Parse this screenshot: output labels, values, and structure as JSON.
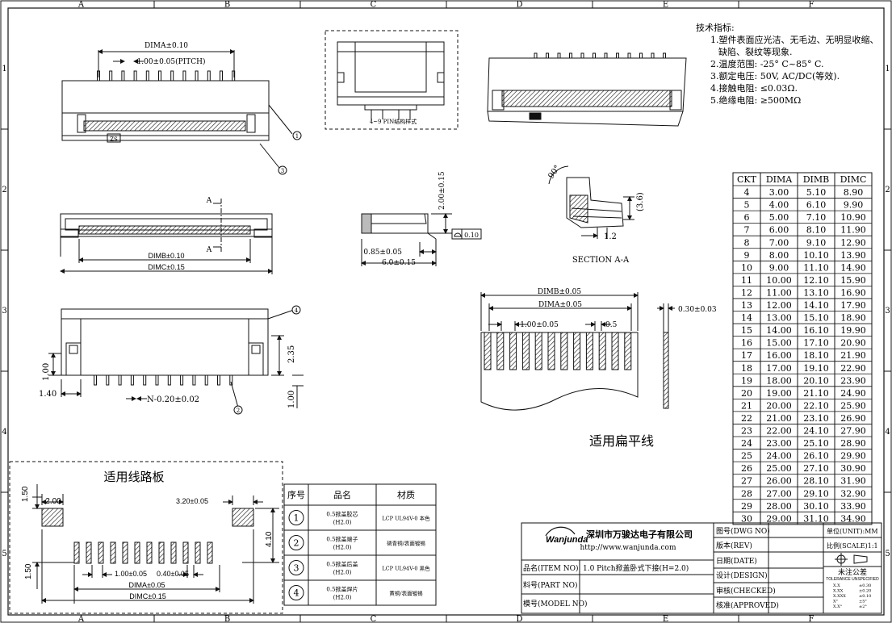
{
  "frame": {
    "columns": [
      "A",
      "B",
      "C",
      "D",
      "E",
      "F"
    ],
    "rows": [
      "1",
      "2",
      "3",
      "4",
      "5"
    ]
  },
  "tech_specs": {
    "title": "技术指标:",
    "items": [
      "1.塑件表面应光洁、无毛边、无明显收缩、",
      "缺陷、裂纹等现象.",
      "2.温度范围: -25° C~85° C.",
      "3.额定电压: 50V, AC/DC(等效).",
      "4.接触电阻: ≤0.03Ω.",
      "5.绝缘电阻: ≥500MΩ"
    ]
  },
  "top_view": {
    "dim_a": "DIMA±0.10",
    "pitch": "1.00±0.05(PITCH)",
    "callout_1": "1",
    "callout_3": "3",
    "mark": "ZS"
  },
  "pin_structure": {
    "caption": "4~9 PIN结构样式"
  },
  "front_view": {
    "section_mark": "A",
    "dim_b": "DIMB±0.10",
    "dim_c": "DIMC±0.15"
  },
  "side_view": {
    "height": "2.00±0.15",
    "flatness_value": "0.10",
    "offset": "0.85±0.05",
    "depth": "6.0±0.15"
  },
  "section": {
    "angle": "90°",
    "height": "(3.6)",
    "width": "1.2",
    "label": "SECTION A-A"
  },
  "bottom_view": {
    "callout_4": "4",
    "callout_2": "2",
    "dim_235": "2.35",
    "dim_100_left": "1.00",
    "dim_140": "1.40",
    "dim_100_bottom": "1.00",
    "pin_width": "N-0.20±0.02"
  },
  "fpc": {
    "dim_b": "DIMB±0.05",
    "dim_a": "DIMA±0.05",
    "pitch": "1.00±0.05",
    "half": "0.5",
    "thickness": "0.30±0.03",
    "title": "适用扁平线"
  },
  "pcb": {
    "title": "适用线路板",
    "d150_top": "1.50",
    "d200": "2.00",
    "d320": "3.20±0.05",
    "d410": "4.10",
    "d150_bottom": "1.50",
    "d100": "1.00±0.05",
    "d040": "0.40±0.05",
    "dim_a": "DIMA±0.05",
    "dim_c": "DIMC±0.15"
  },
  "dim_table": {
    "headers": [
      "CKT",
      "DIMA",
      "DIMB",
      "DIMC"
    ],
    "rows": [
      [
        "4",
        "3.00",
        "5.10",
        "8.90"
      ],
      [
        "5",
        "4.00",
        "6.10",
        "9.90"
      ],
      [
        "6",
        "5.00",
        "7.10",
        "10.90"
      ],
      [
        "7",
        "6.00",
        "8.10",
        "11.90"
      ],
      [
        "8",
        "7.00",
        "9.10",
        "12.90"
      ],
      [
        "9",
        "8.00",
        "10.10",
        "13.90"
      ],
      [
        "10",
        "9.00",
        "11.10",
        "14.90"
      ],
      [
        "11",
        "10.00",
        "12.10",
        "15.90"
      ],
      [
        "12",
        "11.00",
        "13.10",
        "16.90"
      ],
      [
        "13",
        "12.00",
        "14.10",
        "17.90"
      ],
      [
        "14",
        "13.00",
        "15.10",
        "18.90"
      ],
      [
        "15",
        "14.00",
        "16.10",
        "19.90"
      ],
      [
        "16",
        "15.00",
        "17.10",
        "20.90"
      ],
      [
        "17",
        "16.00",
        "18.10",
        "21.90"
      ],
      [
        "18",
        "17.00",
        "19.10",
        "22.90"
      ],
      [
        "19",
        "18.00",
        "20.10",
        "23.90"
      ],
      [
        "20",
        "19.00",
        "21.10",
        "24.90"
      ],
      [
        "21",
        "20.00",
        "22.10",
        "25.90"
      ],
      [
        "22",
        "21.00",
        "23.10",
        "26.90"
      ],
      [
        "23",
        "22.00",
        "24.10",
        "27.90"
      ],
      [
        "24",
        "23.00",
        "25.10",
        "28.90"
      ],
      [
        "25",
        "24.00",
        "26.10",
        "29.90"
      ],
      [
        "26",
        "25.00",
        "27.10",
        "30.90"
      ],
      [
        "27",
        "26.00",
        "28.10",
        "31.90"
      ],
      [
        "28",
        "27.00",
        "29.10",
        "32.90"
      ],
      [
        "29",
        "28.00",
        "30.10",
        "33.90"
      ],
      [
        "30",
        "29.00",
        "31.10",
        "34.90"
      ]
    ]
  },
  "bom": {
    "headers": [
      "序号",
      "品名",
      "材质"
    ],
    "rows": [
      {
        "no": "1",
        "name": "0.5掀盖胶芯",
        "sub": "(H2.0)",
        "material": "LCP UL94V-0 本色"
      },
      {
        "no": "2",
        "name": "0.5掀盖端子",
        "sub": "(H2.0)",
        "material": "磷青铜/表面镀锡"
      },
      {
        "no": "3",
        "name": "0.5掀盖后盖",
        "sub": "(H2.0)",
        "material": "LCP UL94V-0 黑色"
      },
      {
        "no": "4",
        "name": "0.5掀盖焊片",
        "sub": "(H2.0)",
        "material": "黄铜/表面镀锡"
      }
    ]
  },
  "title_block": {
    "logo_text": "Wanjunda",
    "company": "深圳市万骏达电子有限公司",
    "url": "http://www.wanjunda.com",
    "dwg_no": "图号(DWG NO)",
    "rev": "版本(REV)",
    "date": "日期(DATE)",
    "design": "设计(DESIGN)",
    "checked": "审核(CHECKED)",
    "approved": "核准(APPROVED)",
    "unit": "单位(UNIT):MM",
    "scale": "比例(SCALE)1:1",
    "item_no": "品名(ITEM NO)",
    "item_value": "1.0 Pitch掀盖卧式下接(H=2.0)",
    "part_no": "料号(PART NO)",
    "model_no": "模号(MODEL NO)",
    "tolerance_title": "未注公差",
    "tolerance_sub": "TOLERANCE UNSPECIFIED",
    "tol": [
      [
        "X.X",
        "±0.30"
      ],
      [
        "X.XX",
        "±0.20"
      ],
      [
        "X.XXX",
        "±0.10"
      ],
      [
        "X°",
        "±5°"
      ],
      [
        "X.X°",
        "±2°"
      ]
    ]
  }
}
